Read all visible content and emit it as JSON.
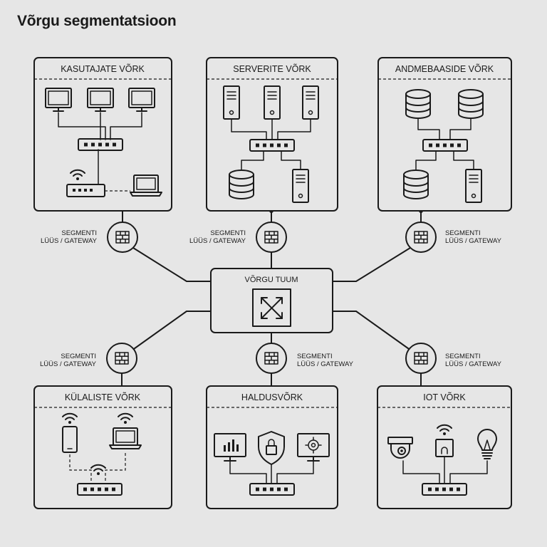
{
  "title": "Võrgu segmentatsioon",
  "core": {
    "label": "VÕRGU TUUM"
  },
  "gateway": {
    "line1": "SEGMENTI",
    "line2": "LÜÜS / GATEWAY"
  },
  "segments": [
    {
      "id": "users",
      "label": "KASUTAJATE VÕRK"
    },
    {
      "id": "servers",
      "label": "SERVERITE VÕRK"
    },
    {
      "id": "databases",
      "label": "ANDMEBAASIDE VÕRK"
    },
    {
      "id": "guests",
      "label": "KÜLALISTE VÕRK"
    },
    {
      "id": "management",
      "label": "HALDUSVÕRK"
    },
    {
      "id": "iot",
      "label": "IOT VÕRK"
    }
  ],
  "icons": {
    "firewall": "firewall-icon",
    "desktop": "monitor-icon",
    "switch": "switch-icon",
    "router": "wifi-router-icon",
    "laptop": "laptop-icon",
    "server": "server-icon",
    "database": "database-icon",
    "phone": "smartphone-icon",
    "wifi": "wifi-icon",
    "chart_monitor": "chart-monitor-icon",
    "shield": "shield-lock-icon",
    "gear_monitor": "gear-monitor-icon",
    "camera": "security-camera-icon",
    "sensor": "smart-sensor-icon",
    "bulb": "light-bulb-icon",
    "core": "core-switch-icon"
  }
}
